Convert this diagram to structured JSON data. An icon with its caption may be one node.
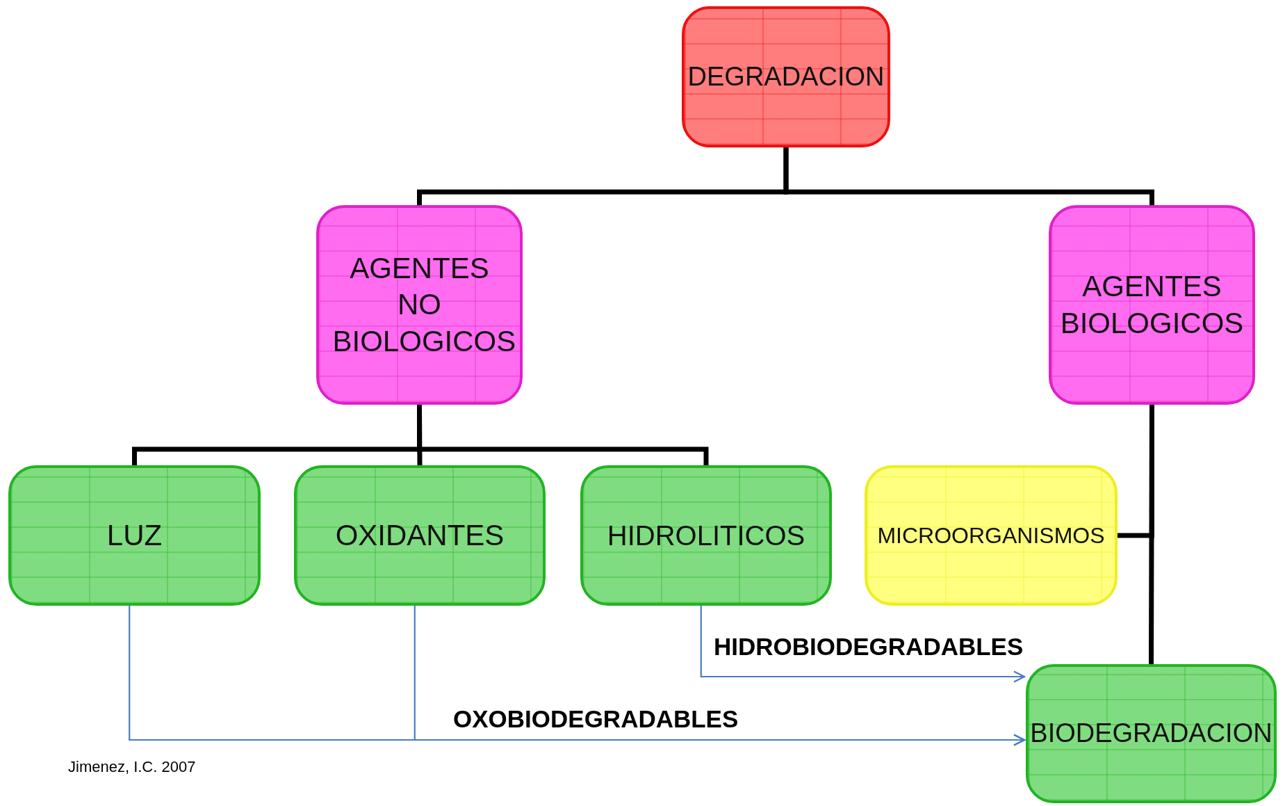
{
  "diagram": {
    "nodes": [
      {
        "text": [
          "DEGRADACION"
        ]
      },
      {
        "text": [
          "AGENTES NO BIOLOGICOS"
        ]
      },
      {
        "text": [
          "AGENTES BIOLOGICOS"
        ]
      },
      {
        "text": [
          "LUZ"
        ]
      },
      {
        "text": [
          "OXIDANTES"
        ]
      },
      {
        "text": [
          "HIDROLITICOS"
        ]
      },
      {
        "text": [
          "MICROORGANISMOS"
        ]
      },
      {
        "text": [
          "BIODEGRADACION"
        ]
      }
    ],
    "edges": [
      {
        "from": 0,
        "to": 1,
        "arrow": "none"
      },
      {
        "from": 0,
        "to": 2,
        "arrow": "none"
      },
      {
        "from": 1,
        "to": 3,
        "arrow": "none"
      },
      {
        "from": 1,
        "to": 4,
        "arrow": "none"
      },
      {
        "from": 1,
        "to": 5,
        "arrow": "none"
      },
      {
        "from": 2,
        "to": 7,
        "arrow": "none"
      },
      {
        "from": 6,
        "to": 2,
        "arrow": "none"
      },
      {
        "from": 5,
        "to": 7,
        "arrow": "to",
        "label": "HIDROBIODEGRADABLES",
        "color": "#4a7cc0"
      },
      {
        "from": 3,
        "to": 7,
        "arrow": "to",
        "color": "#4a7cc0"
      },
      {
        "from": 4,
        "to": 7,
        "arrow": "to",
        "label": "OXOBIODEGRADABLES",
        "color": "#4a7cc0"
      }
    ],
    "labels": [
      "Jimenez, I.C. 2007"
    ]
  }
}
